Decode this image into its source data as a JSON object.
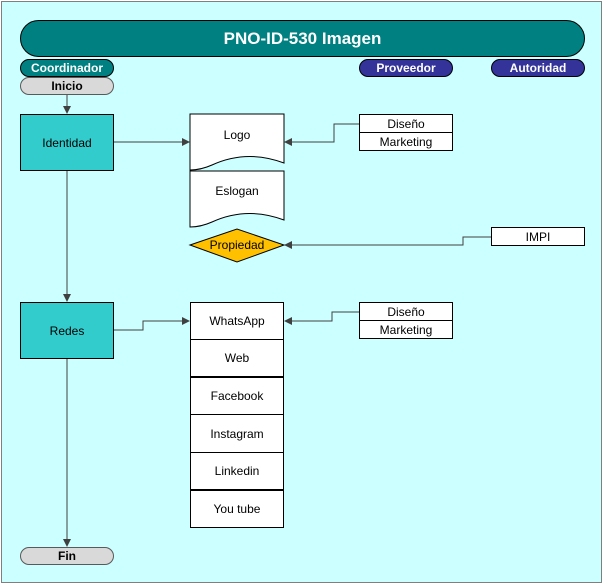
{
  "title": "PNO-ID-530 Imagen",
  "lanes": {
    "coordinador": "Coordinador",
    "proveedor": "Proveedor",
    "autoridad": "Autoridad"
  },
  "start": "Inicio",
  "end": "Fin",
  "processes": {
    "identidad": "Identidad",
    "redes": "Redes"
  },
  "documents": {
    "logo": "Logo",
    "eslogan": "Eslogan"
  },
  "decision": "Propiedad",
  "identity_inputs": [
    "Diseño",
    "Marketing"
  ],
  "authority_input": "IMPI",
  "network_inputs": [
    "Diseño",
    "Marketing"
  ],
  "channels": [
    "WhatsApp",
    "Web",
    "Facebook",
    "Instagram",
    "Linkedin",
    "You tube"
  ],
  "colors": {
    "background": "#ccffff",
    "title": "#008080",
    "process": "#33cccc",
    "decision": "#ffc000",
    "lane_provider": "#333399"
  }
}
